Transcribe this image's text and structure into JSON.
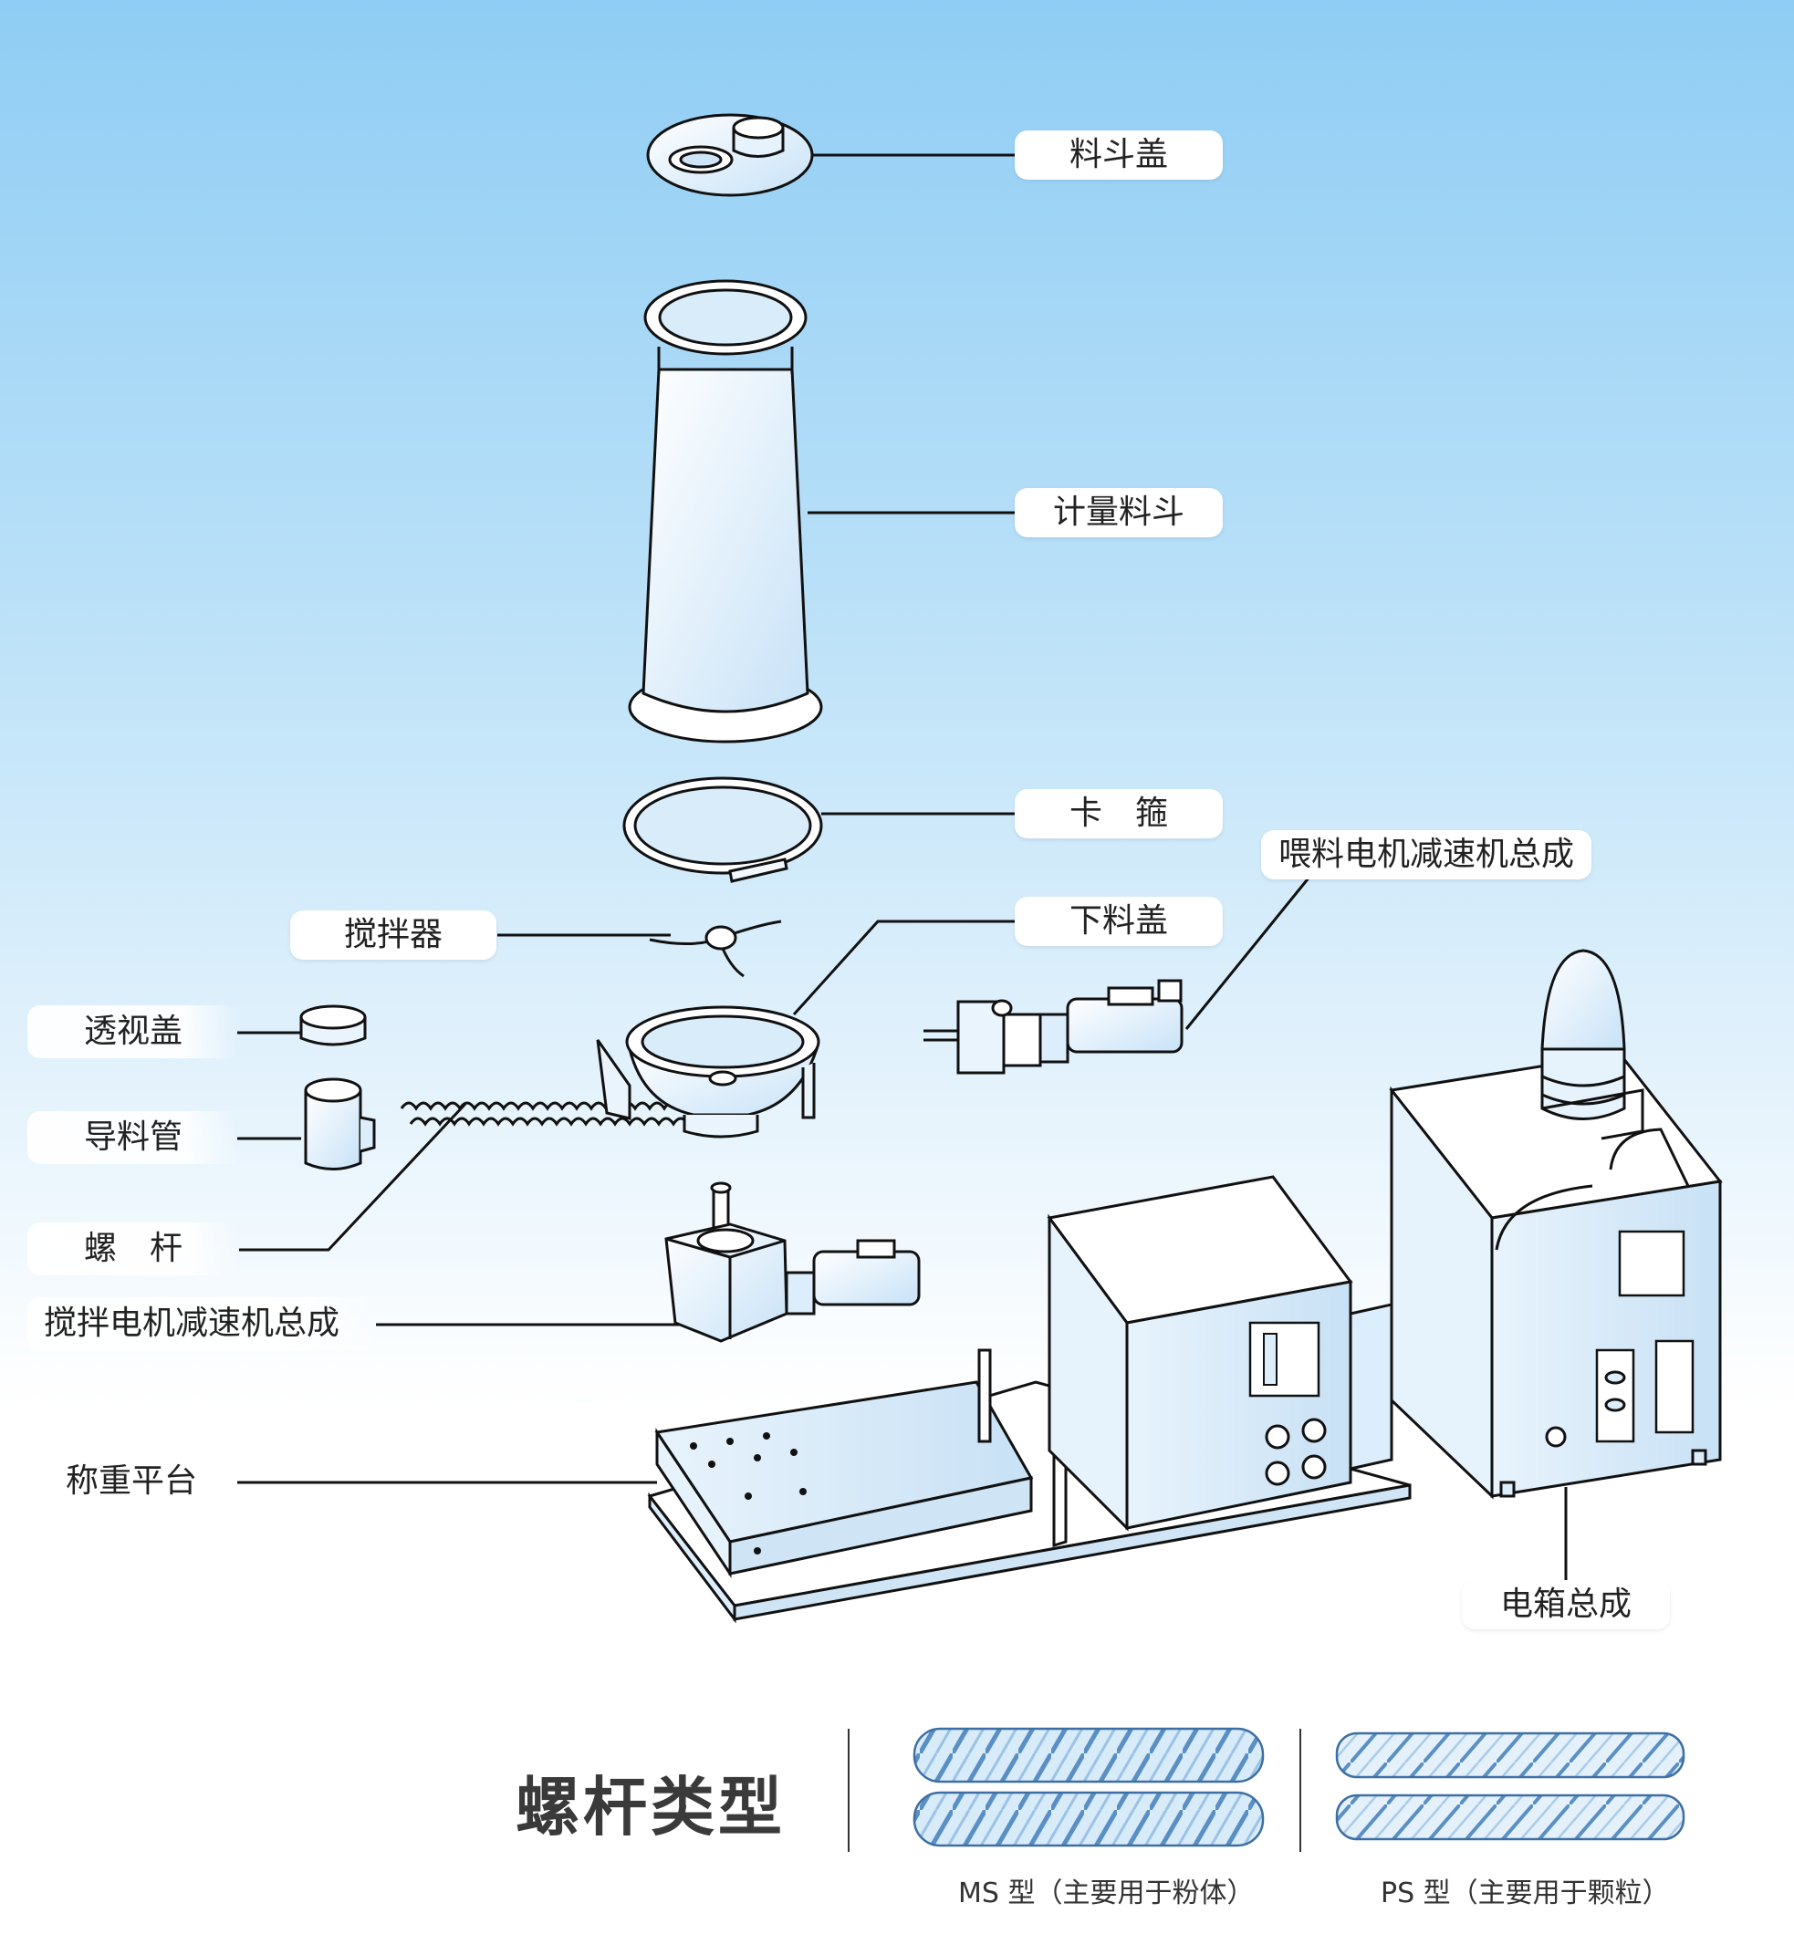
{
  "labels": {
    "hopper_lid": "料斗盖",
    "metering_hopper": "计量料斗",
    "clamp": "卡　箍",
    "feed_motor_assembly": "喂料电机减速机总成",
    "agitator": "搅拌器",
    "lower_cover": "下料盖",
    "sight_cover": "透视盖",
    "feed_tube": "导料管",
    "screw": "螺　杆",
    "agitator_motor_assembly": "搅拌电机减速机总成",
    "weighing_platform": "称重平台",
    "control_box_assembly": "电箱总成"
  },
  "screw_types": {
    "title": "螺杆类型",
    "ms_caption": "MS 型（主要用于粉体）",
    "ps_caption": "PS 型（主要用于颗粒）"
  },
  "colors": {
    "line": "#111111",
    "part_fill": "#dcedfb",
    "title_text": "#3a3a3a"
  }
}
